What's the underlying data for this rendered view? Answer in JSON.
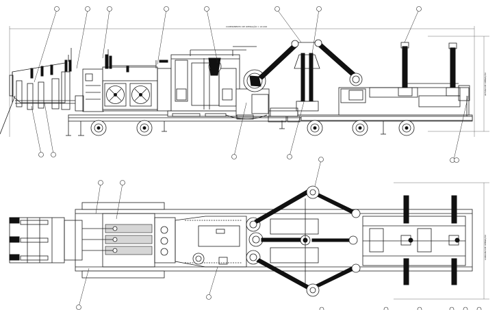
{
  "drawing": {
    "type": "mobile substation engineering drawing",
    "views": [
      "side-elevation",
      "plan"
    ],
    "colors": {
      "line": "#1a1a1a",
      "background": "#ffffff",
      "insulator": "#111111",
      "panel": "#d6d6d6"
    }
  },
  "dimension_labels": {
    "top_overall": "COMPRIMENTO DE OPERAÇÃO = 22.000",
    "right_height": "ALTURA DE OPERAÇÃO",
    "right_width_plan": "LARGURA DE OPERAÇÃO"
  },
  "callouts_elevation": [
    {
      "id": "c1"
    },
    {
      "id": "c2"
    },
    {
      "id": "c3"
    },
    {
      "id": "c4"
    },
    {
      "id": "c5"
    },
    {
      "id": "c6"
    },
    {
      "id": "c7"
    },
    {
      "id": "c8"
    },
    {
      "id": "c9"
    },
    {
      "id": "c10"
    },
    {
      "id": "c11"
    },
    {
      "id": "c12"
    },
    {
      "id": "c13"
    }
  ],
  "callouts_plan": [
    {
      "id": "p1"
    },
    {
      "id": "p2"
    },
    {
      "id": "p3"
    },
    {
      "id": "p4"
    },
    {
      "id": "p5"
    }
  ]
}
